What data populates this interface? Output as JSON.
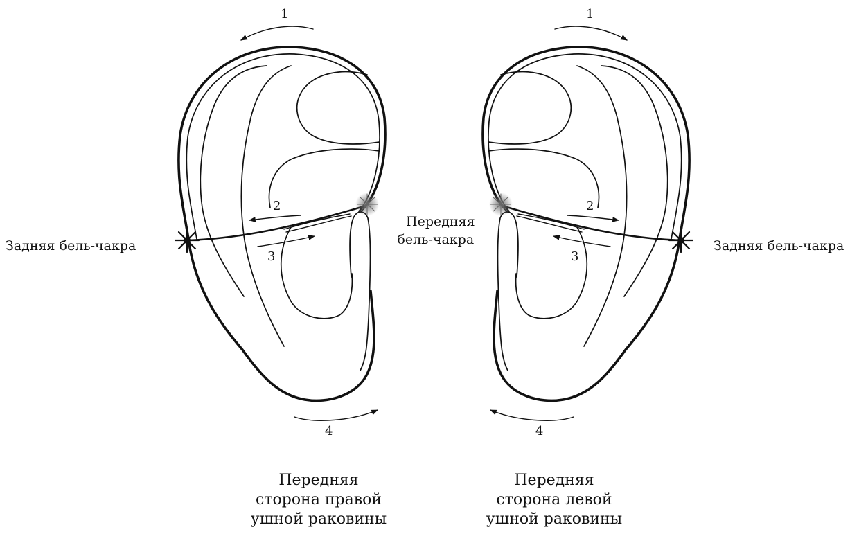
{
  "labels": {
    "rear_left": "Задняя бель-чакра",
    "rear_right": "Задняя бель-чакра",
    "front_line1": "Передняя",
    "front_line2": "бель-чакра"
  },
  "arrow_numbers": {
    "n1": "1",
    "n2": "2",
    "n3": "3",
    "n4": "4"
  },
  "captions": {
    "right_ear": [
      "Передняя",
      "сторона правой",
      "ушной раковины"
    ],
    "left_ear": [
      "Передняя",
      "сторона левой",
      "ушной раковины"
    ]
  },
  "colors": {
    "ink": "#111111",
    "glow": "#888888"
  }
}
